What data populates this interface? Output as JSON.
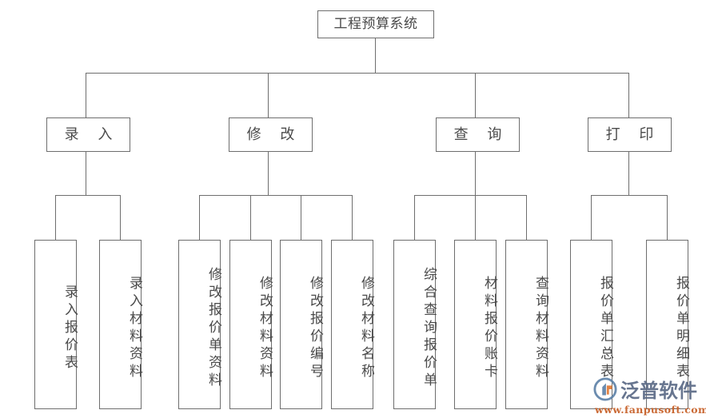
{
  "diagram": {
    "type": "org-tree",
    "title": "工程预算系统",
    "colors": {
      "border": "#6e6e6e",
      "background": "#ffffff",
      "text": "#4a4a4a",
      "watermark_text": "#5b6a86",
      "watermark_url": "#c8622a",
      "logo_orange": "#e07b39",
      "logo_blue": "#5b7fa6"
    },
    "root": {
      "label": "工程预算系统"
    },
    "categories": [
      {
        "label": "录 入"
      },
      {
        "label": "修 改"
      },
      {
        "label": "查 询"
      },
      {
        "label": "打 印"
      }
    ],
    "leaves": [
      {
        "label": "录入报价表",
        "parent": "录 入"
      },
      {
        "label": "录入材料资料",
        "parent": "录 入"
      },
      {
        "label": "修改报价单资料",
        "parent": "修 改"
      },
      {
        "label": "修改材料资料",
        "parent": "修 改"
      },
      {
        "label": "修改报价编号",
        "parent": "修 改"
      },
      {
        "label": "修改材料名称",
        "parent": "修 改"
      },
      {
        "label": "综合查询报价单",
        "parent": "查 询"
      },
      {
        "label": "材料报价账卡",
        "parent": "查 询"
      },
      {
        "label": "查询材料资料",
        "parent": "查 询"
      },
      {
        "label": "报价单汇总表",
        "parent": "打 印"
      },
      {
        "label": "报价单明细表",
        "parent": "打 印"
      }
    ]
  },
  "watermark": {
    "brand": "泛普软件",
    "url": "www.fanpusoft.com"
  }
}
